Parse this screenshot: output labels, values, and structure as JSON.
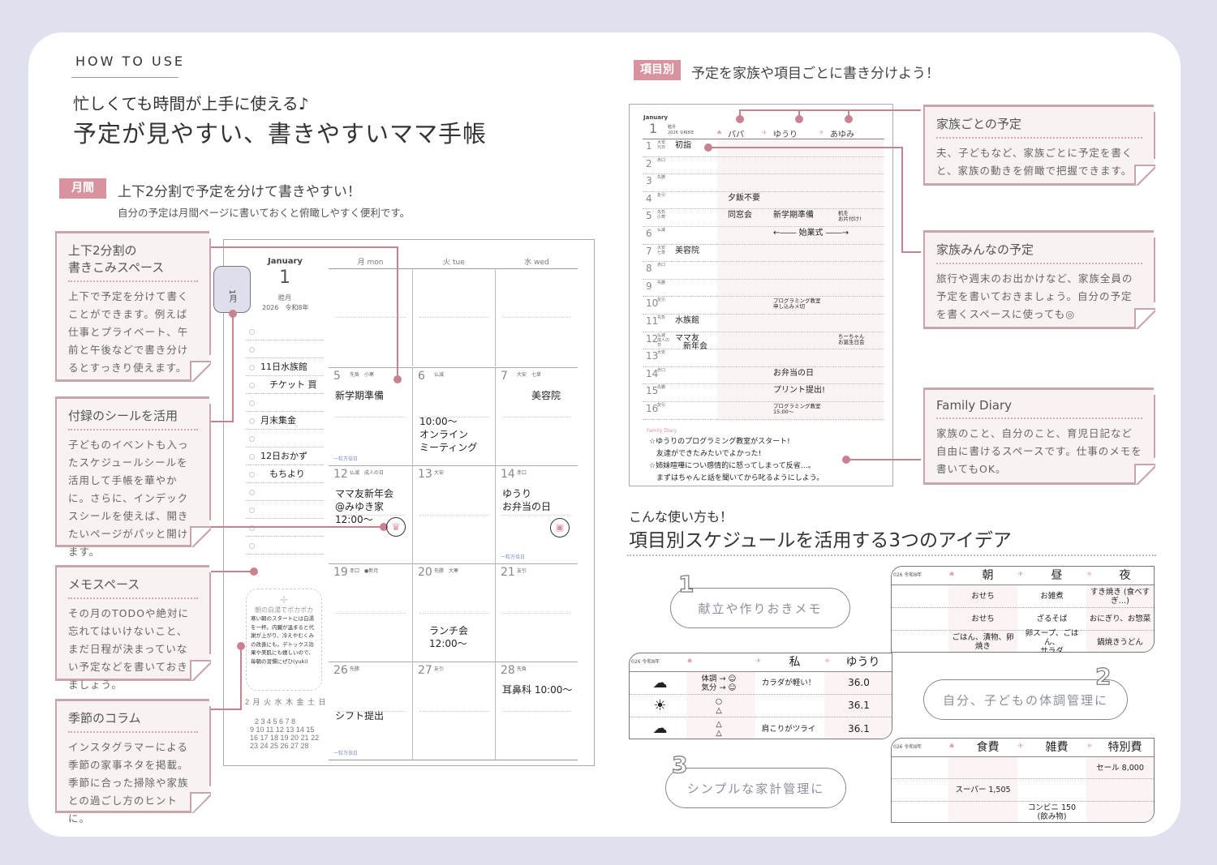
{
  "header": {
    "section_label": "HOW TO USE",
    "subtitle": "忙しくても時間が上手に使える♪",
    "title": "予定が見やすい、書きやすいママ手帳"
  },
  "monthly": {
    "tag": "月間",
    "heading": "上下2分割で予定を分けて書きやすい！",
    "sub": "自分の予定は月間ページに書いておくと俯瞰しやすく便利です。",
    "callouts": [
      {
        "title": "上下2分割の\n書きこみスペース",
        "body": "上下で予定を分けて書くことができます。例えば仕事とプライベート、午前と午後などで書き分けるとすっきり使えます。"
      },
      {
        "title": "付録のシールを活用",
        "body": "子どものイベントも入ったスケジュールシールを活用して手帳を華やかに。さらに、インデックスシールを使えば、開きたいページがパッと開けます。"
      },
      {
        "title": "メモスペース",
        "body": "その月のTODOや絶対に忘れてはいけないこと、まだ日程が決まっていない予定などを書いておきましょう。"
      },
      {
        "title": "季節のコラム",
        "body": "インスタグラマーによる季節の家事ネタを掲載。季節に合った掃除や家族との過ごし方のヒントに。"
      }
    ]
  },
  "monthly_page": {
    "tab": "1月",
    "month_en": "January",
    "month_num": "1",
    "month_jp": "睦月",
    "year": "2026　令和8年",
    "weekdays": [
      "月 mon",
      "火 tue",
      "水 wed"
    ],
    "memo_list": [
      "",
      "",
      "11日水族館",
      "　チケット 買",
      "",
      "月末集金",
      "",
      "12日おかず",
      "　もちより",
      "",
      "",
      "",
      ""
    ],
    "column": {
      "title": "朝の白湯でポカポカ",
      "body": "寒い朝のスタートには白湯を一杯。内臓が温まると代謝が上がり、冷えやむくみの改善にも。デトックス効果や美肌にも嬉しいので、毎朝の習慣にぜひ(yuki)"
    },
    "mini_cal": {
      "header": "2 月 火 水 木 金 土 日",
      "rows": [
        "2 3 4 5 6 7 8",
        "9 10 11 12 13 14 15",
        "16 17 18 19 20 21 22",
        "23 24 25 26 27 28"
      ]
    },
    "weeks": [
      [
        {
          "date": "",
          "rokuyo": "",
          "note": "",
          "foot": ""
        },
        {
          "date": "",
          "rokuyo": "",
          "note": "",
          "foot": ""
        },
        {
          "date": "",
          "rokuyo": "",
          "note": "",
          "foot": ""
        }
      ],
      [
        {
          "date": "5",
          "rokuyo": "先負　小寒",
          "note": "新学期準備",
          "foot": "一粒万倍日"
        },
        {
          "date": "6",
          "rokuyo": "仏滅",
          "note": "\n\n10:00〜\nオンライン\nミーティング",
          "foot": ""
        },
        {
          "date": "7",
          "rokuyo": "大安　七草",
          "note": "　　　美容院",
          "foot": ""
        }
      ],
      [
        {
          "date": "12",
          "rokuyo": "仏滅　成人の日",
          "note": "ママ友新年会\n@みゆき家12:00〜",
          "foot": ""
        },
        {
          "date": "13",
          "rokuyo": "大安",
          "note": "",
          "foot": ""
        },
        {
          "date": "14",
          "rokuyo": "赤口",
          "note": "ゆうり\nお弁当の日",
          "foot": "一粒万倍日"
        }
      ],
      [
        {
          "date": "19",
          "rokuyo": "赤口　●新月",
          "note": "",
          "foot": ""
        },
        {
          "date": "20",
          "rokuyo": "先勝　大寒",
          "note": "\n\n\n　ランチ会\n　12:00〜",
          "foot": ""
        },
        {
          "date": "21",
          "rokuyo": "友引",
          "note": "",
          "foot": ""
        }
      ],
      [
        {
          "date": "26",
          "rokuyo": "先勝",
          "note": "\n\nシフト提出",
          "foot": "一粒万倍日"
        },
        {
          "date": "27",
          "rokuyo": "友引",
          "note": "",
          "foot": ""
        },
        {
          "date": "28",
          "rokuyo": "先負",
          "note": "耳鼻科 10:00〜",
          "foot": ""
        }
      ]
    ]
  },
  "item": {
    "tag": "項目別",
    "heading": "予定を家族や項目ごとに書き分けよう！",
    "callouts": [
      {
        "title": "家族ごとの予定",
        "body": "夫、子どもなど、家族ごとに予定を書くと、家族の動きを俯瞰で把握できます。"
      },
      {
        "title": "家族みんなの予定",
        "body": "旅行や週末のお出かけなど、家族全員の予定を書いておきましょう。自分の予定を書くスペースに使っても◎"
      },
      {
        "title": "Family Diary",
        "body": "家族のこと、自分のこと、育児日記など自由に書けるスペースです。仕事のメモを書いてもOK。"
      }
    ]
  },
  "weekly_page": {
    "month_en": "January",
    "month_num": "1",
    "month_jp": "睦月",
    "year": "2026 令和8年",
    "members": [
      "パパ",
      "ゆうり",
      "あゆみ"
    ],
    "rows": [
      {
        "day": "1",
        "rokuyo": "大安 元日",
        "entries": [
          {
            "col": 0,
            "text": "初詣"
          }
        ]
      },
      {
        "day": "2",
        "rokuyo": "赤口",
        "entries": []
      },
      {
        "day": "3",
        "rokuyo": "先勝",
        "entries": []
      },
      {
        "day": "4",
        "rokuyo": "友引",
        "entries": [
          {
            "col": 1,
            "text": "夕飯不要"
          }
        ]
      },
      {
        "day": "5",
        "rokuyo": "先負 小寒",
        "entries": [
          {
            "col": 1,
            "text": "同窓会"
          },
          {
            "col": 2,
            "text": "新学期準備"
          },
          {
            "col": 3,
            "text": "机を\nお片付け!"
          }
        ]
      },
      {
        "day": "6",
        "rokuyo": "仏滅",
        "entries": [
          {
            "col": 2,
            "text": "←―― 始業式 ――→"
          }
        ]
      },
      {
        "day": "7",
        "rokuyo": "大安 七草",
        "entries": [
          {
            "col": 0,
            "text": "美容院"
          }
        ]
      },
      {
        "day": "8",
        "rokuyo": "赤口",
        "entries": []
      },
      {
        "day": "9",
        "rokuyo": "先勝",
        "entries": []
      },
      {
        "day": "10",
        "rokuyo": "友引",
        "entries": [
          {
            "col": 2,
            "text": "プログラミング教室\n申し込みメ切"
          }
        ]
      },
      {
        "day": "11",
        "rokuyo": "先負",
        "entries": [
          {
            "col": 0,
            "text": "水族館"
          }
        ]
      },
      {
        "day": "12",
        "rokuyo": "仏滅 成人の日",
        "entries": [
          {
            "col": 0,
            "text": "ママ友\n　新年会"
          },
          {
            "col": 3,
            "text": "ちーちゃん\nお誕生日会"
          }
        ]
      },
      {
        "day": "13",
        "rokuyo": "大安",
        "entries": []
      },
      {
        "day": "14",
        "rokuyo": "赤口",
        "entries": [
          {
            "col": 2,
            "text": "お弁当の日"
          }
        ]
      },
      {
        "day": "15",
        "rokuyo": "先勝",
        "entries": [
          {
            "col": 2,
            "text": "プリント提出!"
          }
        ]
      },
      {
        "day": "16",
        "rokuyo": "友引",
        "entries": [
          {
            "col": 2,
            "text": "プログラミング教室\n15:00〜"
          }
        ]
      }
    ],
    "diary_label": "Family Diary",
    "diary": [
      "☆ゆうりのプログラミング教室がスタート!",
      "　友達ができたみたいでよかった!",
      "☆姉妹喧嘩につい感情的に怒ってしまって反省…。",
      "　まずはちゃんと話を聞いてから叱るようにしよう。"
    ]
  },
  "ideas": {
    "lead": "こんな使い方も！",
    "title": "項目別スケジュールを活用する3つのアイデア",
    "pills": [
      {
        "num": "1",
        "text": "献立や作りおきメモ"
      },
      {
        "num": "2",
        "text": "自分、子どもの体調管理に"
      },
      {
        "num": "3",
        "text": "シンプルな家計管理に"
      }
    ],
    "meals": {
      "year": "026 令和8年",
      "cols": [
        "朝",
        "昼",
        "夜"
      ],
      "rows": [
        [
          "おせち",
          "お雑煮",
          "すき焼き (食べすぎ…)"
        ],
        [
          "おせち",
          "ざるそば",
          "おにぎり、お惣菜"
        ],
        [
          "ごはん、漬物、卵焼き",
          "卵スープ、ごはん、\nサラダ",
          "鍋焼きうどん"
        ]
      ]
    },
    "health": {
      "year": "026 令和8年",
      "cols": [
        "",
        "私",
        "ゆうり"
      ],
      "rows": [
        [
          "☁",
          "体調 → ☺\n気分 → ☺",
          "カラダが軽い！",
          "36.0"
        ],
        [
          "☀",
          "○\n△",
          "",
          "36.1"
        ],
        [
          "☁",
          "△\n△",
          "肩こりがツライ",
          "36.1"
        ]
      ]
    },
    "budget": {
      "year": "026 令和8年",
      "cols": [
        "食費",
        "雑費",
        "特別費"
      ],
      "rows": [
        [
          "",
          "",
          "セール 8,000"
        ],
        [
          "スーパー 1,505",
          "",
          ""
        ],
        [
          "",
          "コンビニ 150\n(飲み物)",
          ""
        ]
      ]
    }
  },
  "colors": {
    "accent": "#d9939e",
    "line": "#c9828f",
    "background": "#dfe1ee",
    "callout_bg": "#f8f2f2"
  }
}
